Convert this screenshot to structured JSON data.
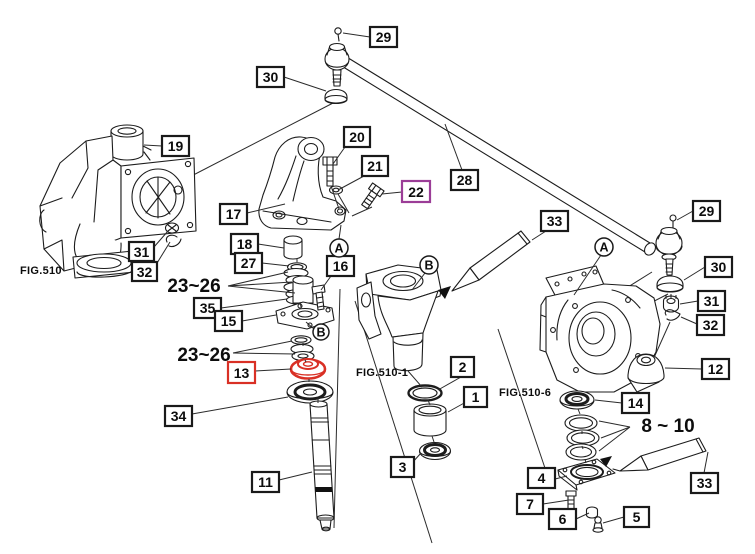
{
  "colors": {
    "line": "#1c1c1c",
    "label_border": "#1a1a1a",
    "selected_highlight": "#d93025",
    "marked_highlight": "#9b3d97",
    "background": "#ffffff"
  },
  "highlight": {
    "selected_part": "13",
    "marked_part": "22"
  },
  "labels": {
    "boxed": [
      {
        "num": "29"
      },
      {
        "num": "30"
      },
      {
        "num": "19"
      },
      {
        "num": "20"
      },
      {
        "num": "21"
      },
      {
        "num": "22"
      },
      {
        "num": "28"
      },
      {
        "num": "17"
      },
      {
        "num": "18"
      },
      {
        "num": "27"
      },
      {
        "num": "35"
      },
      {
        "num": "15"
      },
      {
        "num": "16"
      },
      {
        "num": "33"
      },
      {
        "num": "29"
      },
      {
        "num": "30"
      },
      {
        "num": "31"
      },
      {
        "num": "32"
      },
      {
        "num": "12"
      },
      {
        "num": "14"
      },
      {
        "num": "2"
      },
      {
        "num": "1"
      },
      {
        "num": "3"
      },
      {
        "num": "13"
      },
      {
        "num": "34"
      },
      {
        "num": "11"
      },
      {
        "num": "4"
      },
      {
        "num": "7"
      },
      {
        "num": "6"
      },
      {
        "num": "5"
      },
      {
        "num": "33"
      },
      {
        "num": "31"
      },
      {
        "num": "32"
      }
    ],
    "circled": [
      {
        "letter": "A"
      },
      {
        "letter": "B"
      },
      {
        "letter": "B"
      },
      {
        "letter": "A"
      }
    ],
    "ranges": [
      {
        "text": "23~26"
      },
      {
        "text": "23~26"
      },
      {
        "text": "8 ~ 10"
      }
    ],
    "fig_refs": [
      {
        "text": "FIG.510"
      },
      {
        "text": "FIG.510-1"
      },
      {
        "text": "FIG.510-6"
      }
    ]
  }
}
